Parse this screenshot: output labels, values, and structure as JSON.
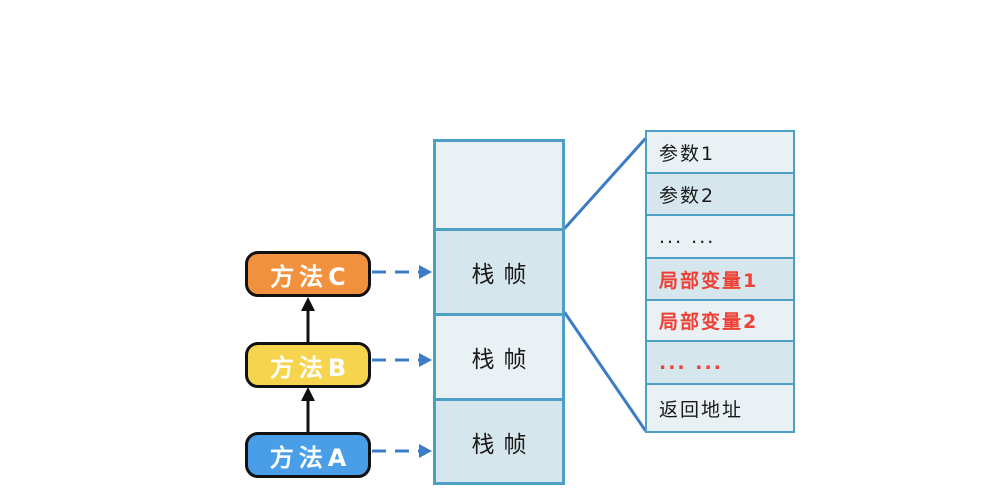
{
  "colors": {
    "method-c": "#F2913D",
    "method-b": "#F6D44E",
    "method-a": "#4A9EE8",
    "box-border": "#111111",
    "stack-border": "#4E9FC6",
    "cell-light": "#EAF1F5",
    "cell-dark": "#D5E6EC",
    "connector": "#3C7CC6",
    "red-text": "#EF4136",
    "text": "#1A1A1A"
  },
  "methods": [
    {
      "id": "C",
      "label": "方法C"
    },
    {
      "id": "B",
      "label": "方法B"
    },
    {
      "id": "A",
      "label": "方法A"
    }
  ],
  "stack": {
    "cells": [
      {
        "label": ""
      },
      {
        "label": "栈帧"
      },
      {
        "label": "栈帧"
      },
      {
        "label": "栈帧"
      }
    ]
  },
  "frame_detail": {
    "rows": [
      {
        "label": "参数1",
        "emphasis": "normal"
      },
      {
        "label": "参数2",
        "emphasis": "normal"
      },
      {
        "label": "... ...",
        "emphasis": "normal"
      },
      {
        "label": "局部变量1",
        "emphasis": "red"
      },
      {
        "label": "局部变量2",
        "emphasis": "red"
      },
      {
        "label": "... ...",
        "emphasis": "red"
      },
      {
        "label": "返回地址",
        "emphasis": "normal"
      }
    ]
  }
}
